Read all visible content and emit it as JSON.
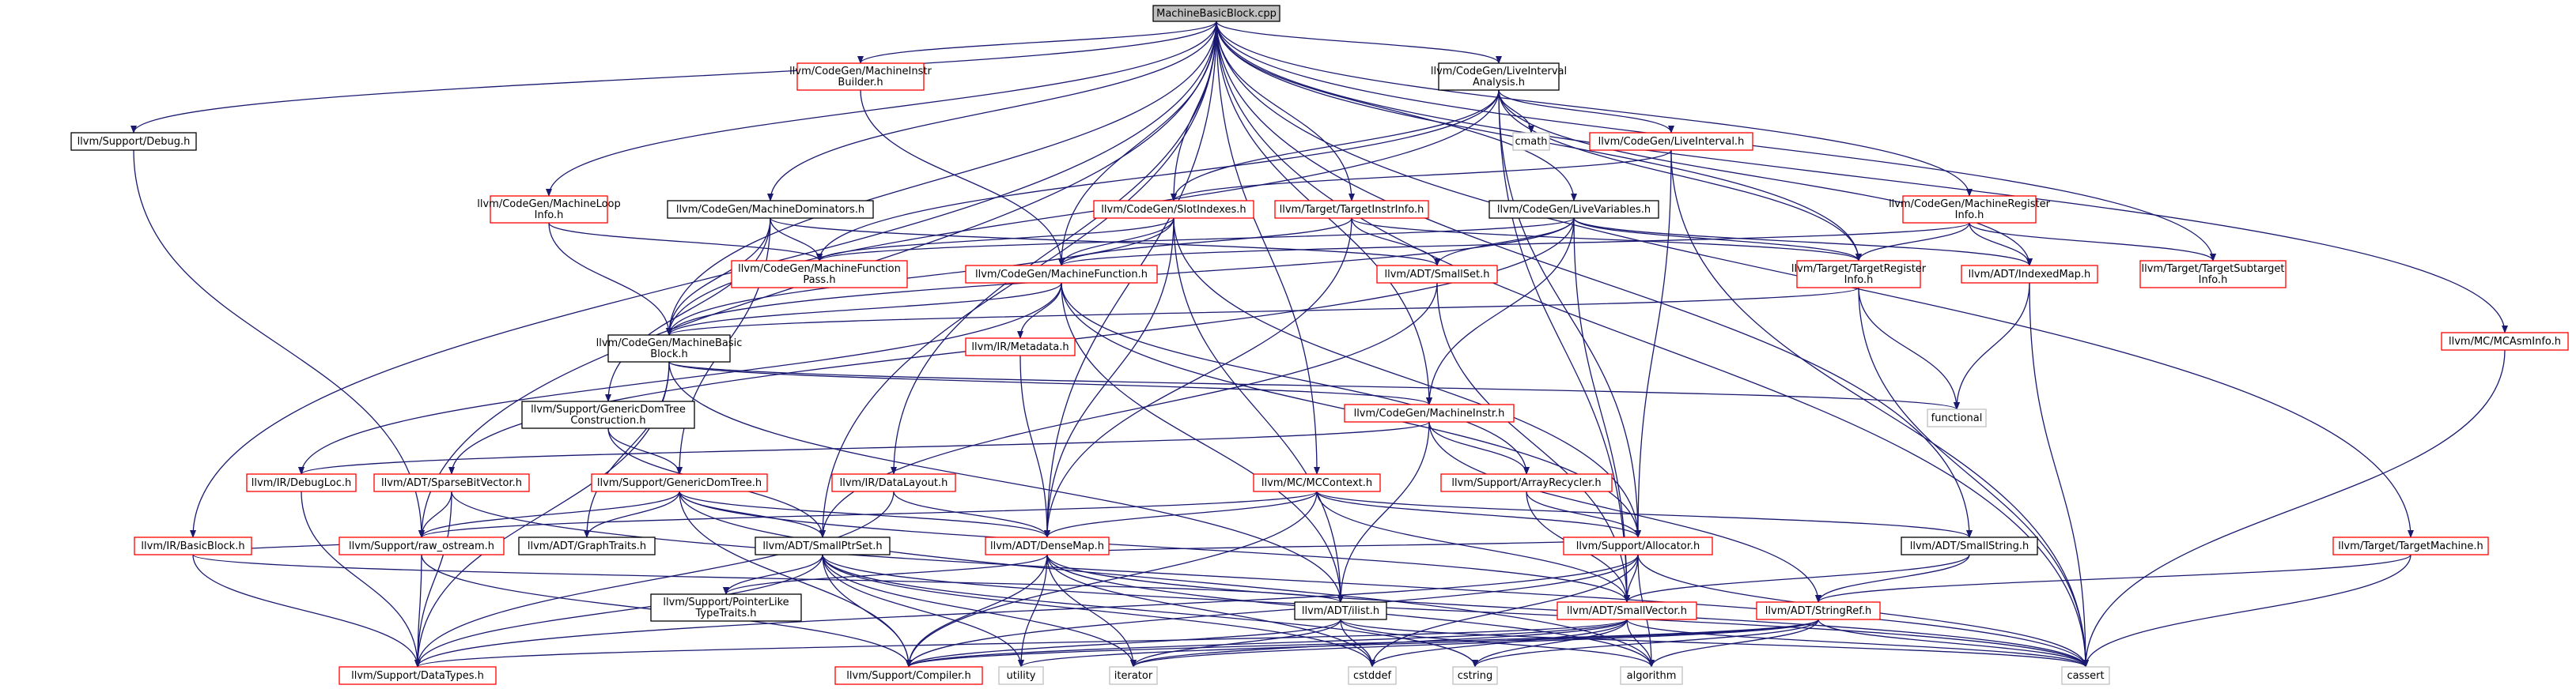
{
  "graph": {
    "title": "MachineBasicBlock.cpp",
    "colors": {
      "edge": "#191970",
      "root_fill": "#bfbfbf",
      "node_border": "#000000",
      "missing_border": "#ff0000",
      "system_border": "#bfbfbf",
      "text": "#000000"
    },
    "nodes": [
      {
        "id": "root",
        "lines": [
          "MachineBasicBlock.cpp"
        ],
        "kind": "root"
      },
      {
        "id": "builder",
        "lines": [
          "llvm/CodeGen/MachineInstr",
          "Builder.h"
        ],
        "kind": "missing"
      },
      {
        "id": "liveint",
        "lines": [
          "llvm/CodeGen/LiveInterval",
          "Analysis.h"
        ],
        "kind": "normal"
      },
      {
        "id": "debug",
        "lines": [
          "llvm/Support/Debug.h"
        ],
        "kind": "normal"
      },
      {
        "id": "cmath",
        "lines": [
          "cmath"
        ],
        "kind": "system"
      },
      {
        "id": "liveinterval",
        "lines": [
          "llvm/CodeGen/LiveInterval.h"
        ],
        "kind": "missing"
      },
      {
        "id": "looph",
        "lines": [
          "llvm/CodeGen/MachineLoop",
          "Info.h"
        ],
        "kind": "missing"
      },
      {
        "id": "domh",
        "lines": [
          "llvm/CodeGen/MachineDominators.h"
        ],
        "kind": "normal"
      },
      {
        "id": "slot",
        "lines": [
          "llvm/CodeGen/SlotIndexes.h"
        ],
        "kind": "missing"
      },
      {
        "id": "tii",
        "lines": [
          "llvm/Target/TargetInstrInfo.h"
        ],
        "kind": "missing"
      },
      {
        "id": "livevars",
        "lines": [
          "llvm/CodeGen/LiveVariables.h"
        ],
        "kind": "normal"
      },
      {
        "id": "mri",
        "lines": [
          "llvm/CodeGen/MachineRegister",
          "Info.h"
        ],
        "kind": "missing"
      },
      {
        "id": "mfpass",
        "lines": [
          "llvm/CodeGen/MachineFunction",
          "Pass.h"
        ],
        "kind": "missing"
      },
      {
        "id": "mf",
        "lines": [
          "llvm/CodeGen/MachineFunction.h"
        ],
        "kind": "missing"
      },
      {
        "id": "smallset",
        "lines": [
          "llvm/ADT/SmallSet.h"
        ],
        "kind": "missing"
      },
      {
        "id": "tri",
        "lines": [
          "llvm/Target/TargetRegister",
          "Info.h"
        ],
        "kind": "missing"
      },
      {
        "id": "indexed",
        "lines": [
          "llvm/ADT/IndexedMap.h"
        ],
        "kind": "missing"
      },
      {
        "id": "subtarget",
        "lines": [
          "llvm/Target/TargetSubtarget",
          "Info.h"
        ],
        "kind": "missing"
      },
      {
        "id": "mcasm",
        "lines": [
          "llvm/MC/MCAsmInfo.h"
        ],
        "kind": "missing"
      },
      {
        "id": "mbb",
        "lines": [
          "llvm/CodeGen/MachineBasic",
          "Block.h"
        ],
        "kind": "normal"
      },
      {
        "id": "metadata",
        "lines": [
          "llvm/IR/Metadata.h"
        ],
        "kind": "missing"
      },
      {
        "id": "gdtc",
        "lines": [
          "llvm/Support/GenericDomTree",
          "Construction.h"
        ],
        "kind": "normal"
      },
      {
        "id": "mi",
        "lines": [
          "llvm/CodeGen/MachineInstr.h"
        ],
        "kind": "missing"
      },
      {
        "id": "functional",
        "lines": [
          "functional"
        ],
        "kind": "system"
      },
      {
        "id": "debugloc",
        "lines": [
          "llvm/IR/DebugLoc.h"
        ],
        "kind": "missing"
      },
      {
        "id": "sparse",
        "lines": [
          "llvm/ADT/SparseBitVector.h"
        ],
        "kind": "missing"
      },
      {
        "id": "gdt",
        "lines": [
          "llvm/Support/GenericDomTree.h"
        ],
        "kind": "missing"
      },
      {
        "id": "datalayout",
        "lines": [
          "llvm/IR/DataLayout.h"
        ],
        "kind": "missing"
      },
      {
        "id": "mccontext",
        "lines": [
          "llvm/MC/MCContext.h"
        ],
        "kind": "missing"
      },
      {
        "id": "arrayrec",
        "lines": [
          "llvm/Support/ArrayRecycler.h"
        ],
        "kind": "missing"
      },
      {
        "id": "basicblock",
        "lines": [
          "llvm/IR/BasicBlock.h"
        ],
        "kind": "missing"
      },
      {
        "id": "rawos",
        "lines": [
          "llvm/Support/raw_ostream.h"
        ],
        "kind": "missing"
      },
      {
        "id": "graphtraits",
        "lines": [
          "llvm/ADT/GraphTraits.h"
        ],
        "kind": "normal"
      },
      {
        "id": "smallptrset",
        "lines": [
          "llvm/ADT/SmallPtrSet.h"
        ],
        "kind": "normal"
      },
      {
        "id": "densemap",
        "lines": [
          "llvm/ADT/DenseMap.h"
        ],
        "kind": "missing"
      },
      {
        "id": "allocator",
        "lines": [
          "llvm/Support/Allocator.h"
        ],
        "kind": "missing"
      },
      {
        "id": "smallstring",
        "lines": [
          "llvm/ADT/SmallString.h"
        ],
        "kind": "normal"
      },
      {
        "id": "targetmachine",
        "lines": [
          "llvm/Target/TargetMachine.h"
        ],
        "kind": "missing"
      },
      {
        "id": "plt",
        "lines": [
          "llvm/Support/PointerLike",
          "TypeTraits.h"
        ],
        "kind": "normal"
      },
      {
        "id": "ilist",
        "lines": [
          "llvm/ADT/ilist.h"
        ],
        "kind": "normal"
      },
      {
        "id": "smallvector",
        "lines": [
          "llvm/ADT/SmallVector.h"
        ],
        "kind": "missing"
      },
      {
        "id": "stringref",
        "lines": [
          "llvm/ADT/StringRef.h"
        ],
        "kind": "missing"
      },
      {
        "id": "datatypes",
        "lines": [
          "llvm/Support/DataTypes.h"
        ],
        "kind": "missing"
      },
      {
        "id": "compiler",
        "lines": [
          "llvm/Support/Compiler.h"
        ],
        "kind": "missing"
      },
      {
        "id": "utility",
        "lines": [
          "utility"
        ],
        "kind": "system"
      },
      {
        "id": "iterator",
        "lines": [
          "iterator"
        ],
        "kind": "system"
      },
      {
        "id": "cstddef",
        "lines": [
          "cstddef"
        ],
        "kind": "system"
      },
      {
        "id": "cstring",
        "lines": [
          "cstring"
        ],
        "kind": "system"
      },
      {
        "id": "algorithm",
        "lines": [
          "algorithm"
        ],
        "kind": "system"
      },
      {
        "id": "cassert",
        "lines": [
          "cassert"
        ],
        "kind": "system"
      }
    ],
    "edges": [
      [
        "root",
        "builder"
      ],
      [
        "root",
        "liveint"
      ],
      [
        "root",
        "debug"
      ],
      [
        "root",
        "looph"
      ],
      [
        "root",
        "domh"
      ],
      [
        "root",
        "slot"
      ],
      [
        "root",
        "tii"
      ],
      [
        "root",
        "livevars"
      ],
      [
        "root",
        "mri"
      ],
      [
        "root",
        "tri"
      ],
      [
        "root",
        "subtarget"
      ],
      [
        "root",
        "mcasm"
      ],
      [
        "root",
        "mbb"
      ],
      [
        "root",
        "datalayout"
      ],
      [
        "root",
        "basicblock"
      ],
      [
        "root",
        "rawos"
      ],
      [
        "root",
        "smallptrset"
      ],
      [
        "root",
        "smallstring"
      ],
      [
        "root",
        "targetmachine"
      ],
      [
        "root",
        "mccontext"
      ],
      [
        "root",
        "densemap"
      ],
      [
        "root",
        "cassert"
      ],
      [
        "root",
        "mf"
      ],
      [
        "root",
        "mi"
      ],
      [
        "builder",
        "mf"
      ],
      [
        "liveint",
        "cmath"
      ],
      [
        "liveint",
        "liveinterval"
      ],
      [
        "liveint",
        "slot"
      ],
      [
        "liveint",
        "mfpass"
      ],
      [
        "liveint",
        "tri"
      ],
      [
        "liveint",
        "indexed"
      ],
      [
        "liveint",
        "allocator"
      ],
      [
        "liveint",
        "smallvector"
      ],
      [
        "liveint",
        "mbb"
      ],
      [
        "debug",
        "rawos"
      ],
      [
        "liveinterval",
        "slot"
      ],
      [
        "liveinterval",
        "allocator"
      ],
      [
        "liveinterval",
        "cassert"
      ],
      [
        "looph",
        "mfpass"
      ],
      [
        "looph",
        "mbb"
      ],
      [
        "domh",
        "mfpass"
      ],
      [
        "domh",
        "mbb"
      ],
      [
        "domh",
        "gdt"
      ],
      [
        "domh",
        "gdtc"
      ],
      [
        "domh",
        "smallset"
      ],
      [
        "slot",
        "mf"
      ],
      [
        "slot",
        "mfpass"
      ],
      [
        "slot",
        "mbb"
      ],
      [
        "slot",
        "densemap"
      ],
      [
        "slot",
        "ilist"
      ],
      [
        "slot",
        "allocator"
      ],
      [
        "tii",
        "smallset"
      ],
      [
        "tii",
        "mf"
      ],
      [
        "tii",
        "densemap"
      ],
      [
        "tii",
        "tri"
      ],
      [
        "livevars",
        "mfpass"
      ],
      [
        "livevars",
        "mi"
      ],
      [
        "livevars",
        "smallset"
      ],
      [
        "livevars",
        "sparse"
      ],
      [
        "livevars",
        "tri"
      ],
      [
        "livevars",
        "indexed"
      ],
      [
        "livevars",
        "smallvector"
      ],
      [
        "livevars",
        "mbb"
      ],
      [
        "mri",
        "mf"
      ],
      [
        "mri",
        "tri"
      ],
      [
        "mri",
        "indexed"
      ],
      [
        "mri",
        "subtarget"
      ],
      [
        "mf",
        "mbb"
      ],
      [
        "mf",
        "metadata"
      ],
      [
        "mf",
        "arrayrec"
      ],
      [
        "mf",
        "allocator"
      ],
      [
        "mf",
        "debugloc"
      ],
      [
        "mf",
        "ilist"
      ],
      [
        "smallset",
        "smallptrset"
      ],
      [
        "smallset",
        "smallvector"
      ],
      [
        "tri",
        "mbb"
      ],
      [
        "tri",
        "functional"
      ],
      [
        "tri",
        "cassert"
      ],
      [
        "indexed",
        "functional"
      ],
      [
        "indexed",
        "cassert"
      ],
      [
        "mcasm",
        "cassert"
      ],
      [
        "mbb",
        "functional"
      ],
      [
        "mbb",
        "mi"
      ],
      [
        "mbb",
        "graphtraits"
      ],
      [
        "mbb",
        "ilist"
      ],
      [
        "mbb",
        "datatypes"
      ],
      [
        "metadata",
        "densemap"
      ],
      [
        "gdtc",
        "gdt"
      ],
      [
        "gdtc",
        "smallptrset"
      ],
      [
        "mi",
        "debugloc"
      ],
      [
        "mi",
        "arrayrec"
      ],
      [
        "mi",
        "ilist"
      ],
      [
        "mi",
        "stringref"
      ],
      [
        "debugloc",
        "datatypes"
      ],
      [
        "sparse",
        "rawos"
      ],
      [
        "sparse",
        "datatypes"
      ],
      [
        "sparse",
        "cassert"
      ],
      [
        "gdt",
        "rawos"
      ],
      [
        "gdt",
        "graphtraits"
      ],
      [
        "gdt",
        "densemap"
      ],
      [
        "gdt",
        "smallptrset"
      ],
      [
        "gdt",
        "smallvector"
      ],
      [
        "gdt",
        "algorithm"
      ],
      [
        "gdt",
        "compiler"
      ],
      [
        "datalayout",
        "densemap"
      ],
      [
        "datalayout",
        "datatypes"
      ],
      [
        "mccontext",
        "densemap"
      ],
      [
        "mccontext",
        "allocator"
      ],
      [
        "mccontext",
        "smallstring"
      ],
      [
        "mccontext",
        "smallvector"
      ],
      [
        "mccontext",
        "rawos"
      ],
      [
        "mccontext",
        "compiler"
      ],
      [
        "arrayrec",
        "allocator"
      ],
      [
        "arrayrec",
        "smallvector"
      ],
      [
        "basicblock",
        "ilist"
      ],
      [
        "basicblock",
        "datatypes"
      ],
      [
        "basicblock",
        "rawos"
      ],
      [
        "rawos",
        "compiler"
      ],
      [
        "rawos",
        "datatypes"
      ],
      [
        "smallptrset",
        "plt"
      ],
      [
        "smallptrset",
        "compiler"
      ],
      [
        "smallptrset",
        "datatypes"
      ],
      [
        "smallptrset",
        "utility"
      ],
      [
        "smallptrset",
        "iterator"
      ],
      [
        "smallptrset",
        "cstddef"
      ],
      [
        "smallptrset",
        "cstring"
      ],
      [
        "smallptrset",
        "cassert"
      ],
      [
        "densemap",
        "plt"
      ],
      [
        "densemap",
        "allocator"
      ],
      [
        "densemap",
        "utility"
      ],
      [
        "densemap",
        "iterator"
      ],
      [
        "densemap",
        "algorithm"
      ],
      [
        "densemap",
        "cstddef"
      ],
      [
        "densemap",
        "cassert"
      ],
      [
        "densemap",
        "compiler"
      ],
      [
        "allocator",
        "smallvector"
      ],
      [
        "allocator",
        "datatypes"
      ],
      [
        "allocator",
        "compiler"
      ],
      [
        "allocator",
        "algorithm"
      ],
      [
        "allocator",
        "cassert"
      ],
      [
        "allocator",
        "cstddef"
      ],
      [
        "smallstring",
        "smallvector"
      ],
      [
        "smallstring",
        "stringref"
      ],
      [
        "targetmachine",
        "stringref"
      ],
      [
        "targetmachine",
        "cassert"
      ],
      [
        "ilist",
        "compiler"
      ],
      [
        "ilist",
        "iterator"
      ],
      [
        "ilist",
        "algorithm"
      ],
      [
        "ilist",
        "cassert"
      ],
      [
        "ilist",
        "cstddef"
      ],
      [
        "smallvector",
        "compiler"
      ],
      [
        "smallvector",
        "datatypes"
      ],
      [
        "smallvector",
        "algorithm"
      ],
      [
        "smallvector",
        "iterator"
      ],
      [
        "smallvector",
        "cassert"
      ],
      [
        "smallvector",
        "cstddef"
      ],
      [
        "smallvector",
        "cstring"
      ],
      [
        "stringref",
        "compiler"
      ],
      [
        "stringref",
        "algorithm"
      ],
      [
        "stringref",
        "cassert"
      ],
      [
        "stringref",
        "cstring"
      ],
      [
        "stringref",
        "utility"
      ],
      [
        "stringref",
        "iterator"
      ]
    ]
  }
}
